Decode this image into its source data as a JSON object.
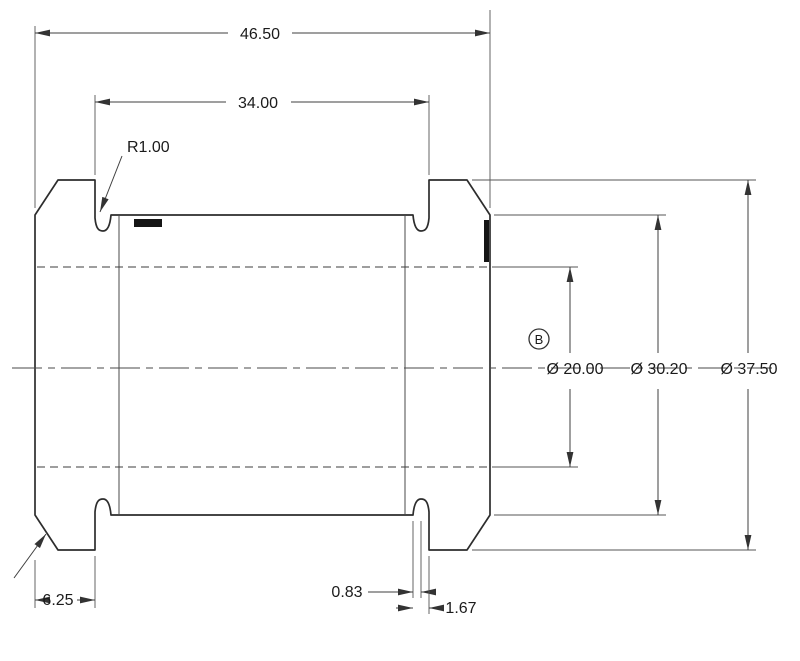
{
  "drawing": {
    "dims": {
      "overall_length": "46.50",
      "body_length": "34.00",
      "fillet_radius": "R1.00",
      "bore_dia": "Ø 20.00",
      "body_dia": "Ø 30.20",
      "flange_dia": "Ø 37.50",
      "flange_width": "6.25",
      "groove_half": "0.83",
      "groove_width": "1.67"
    },
    "datum_b": "B",
    "colors": {
      "line": "#2d2d2d",
      "text": "#1b1b1b",
      "background": "#ffffff"
    }
  }
}
